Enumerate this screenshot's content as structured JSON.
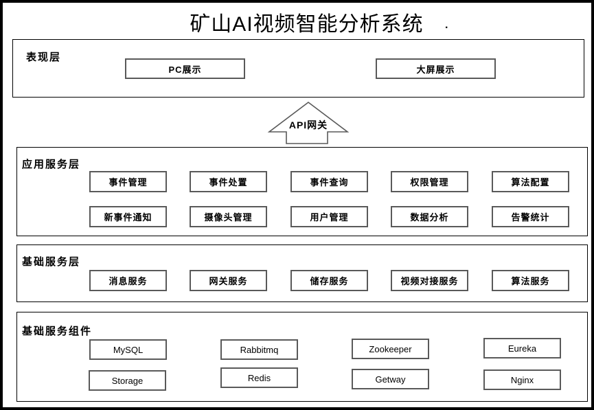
{
  "title": "矿山AI视频智能分析系统",
  "title_suffix": ".",
  "gateway": {
    "label": "API网关"
  },
  "layers": [
    {
      "name": "表现层",
      "boxes": [
        "PC展示",
        "大屏展示"
      ]
    },
    {
      "name": "应用服务层",
      "boxes": [
        "事件管理",
        "事件处置",
        "事件查询",
        "权限管理",
        "算法配置",
        "新事件通知",
        "摄像头管理",
        "用户管理",
        "数据分析",
        "告警统计"
      ]
    },
    {
      "name": "基础服务层",
      "boxes": [
        "消息服务",
        "网关服务",
        "储存服务",
        "视频对接服务",
        "算法服务"
      ]
    },
    {
      "name": "基础服务组件",
      "boxes": [
        "MySQL",
        "Rabbitmq",
        "Zookeeper",
        "Eureka",
        "Storage",
        "Redis",
        "Getway",
        "Nginx"
      ]
    }
  ],
  "colors": {
    "background": "#ffffff",
    "frame": "#000000",
    "section_border": "#000000",
    "node_border": "#595959",
    "text": "#000000"
  }
}
